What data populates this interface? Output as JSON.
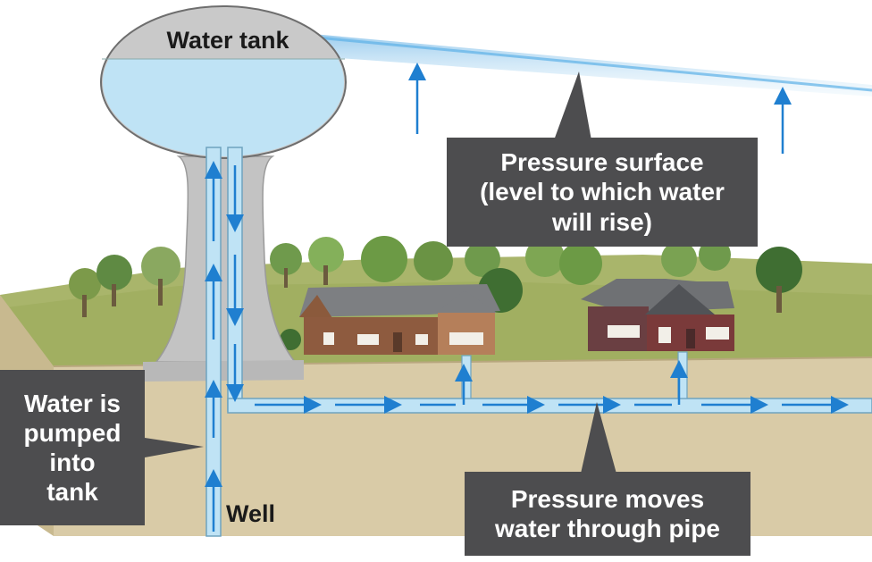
{
  "labels": {
    "water_tank": "Water tank",
    "pressure_surface": [
      "Pressure surface",
      "(level to which water",
      "will rise)"
    ],
    "pumped": [
      "Water is",
      "pumped",
      "into",
      "tank"
    ],
    "well": "Well",
    "pressure_moves": [
      "Pressure moves",
      "water through pipe"
    ]
  },
  "colors": {
    "water": "#bfe3f5",
    "water_stroke": "#6fa3bf",
    "arrow": "#1f7fd0",
    "callout": "#4d4d4f",
    "ground": "#d7c9a6",
    "grass": "#a8b56a",
    "tank_structure": "#c2c2c2"
  }
}
